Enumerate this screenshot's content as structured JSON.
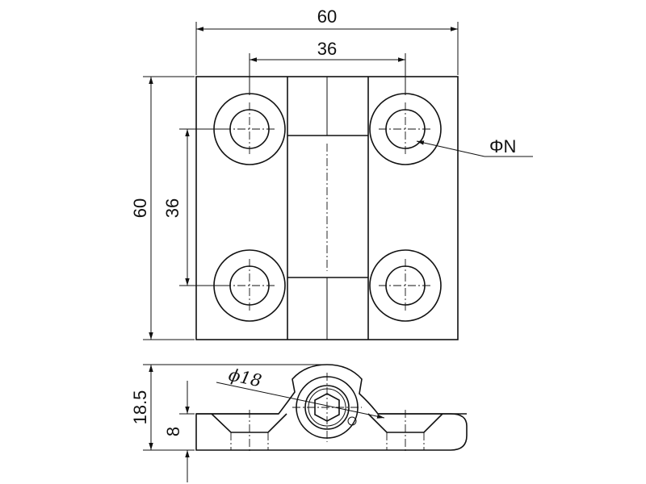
{
  "drawing": {
    "top_view": {
      "dim_overall_width": "60",
      "dim_hole_spacing_x": "36",
      "dim_overall_height": "60",
      "dim_hole_spacing_y": "36",
      "hole_diameter_label": "ΦN"
    },
    "side_view": {
      "knuckle_diameter_label": "ϕ18",
      "dim_total_height": "18.5",
      "dim_leaf_thickness": "8"
    }
  }
}
